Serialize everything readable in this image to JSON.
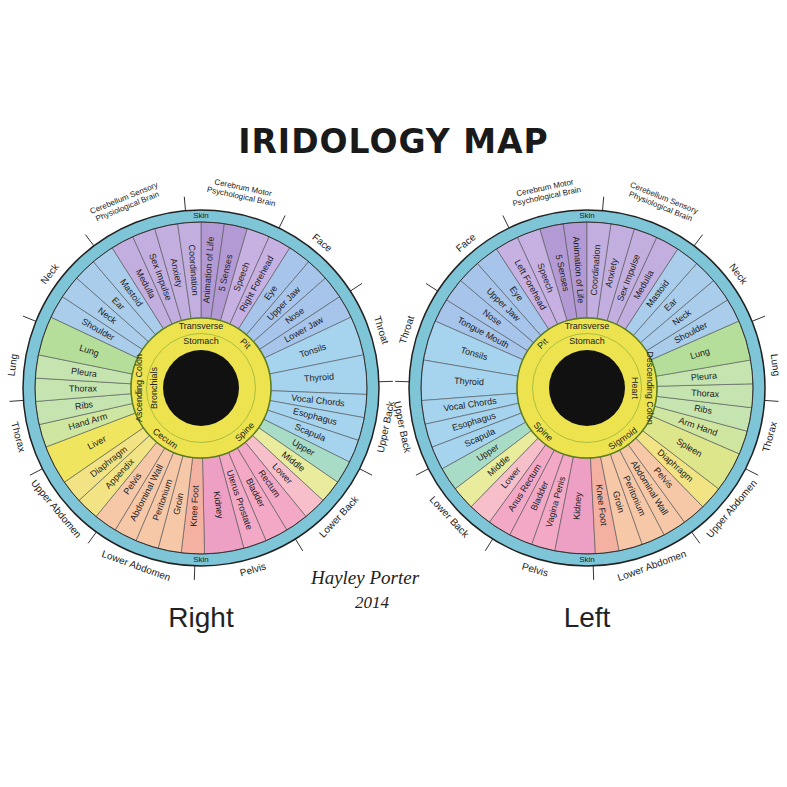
{
  "diagram": {
    "title": "IRIDOLOGY MAP",
    "nodes": [
      {
        "text": [
          "Right"
        ]
      },
      {
        "text": [
          "Left"
        ]
      }
    ],
    "labels": [
      "Cerebellum Sensory Physiological Brain",
      "Cerebrum Motor Psychological Brain",
      "Face",
      "Throat",
      "Upper Back",
      "Lower Back",
      "Pelvis",
      "Lower Abdomen",
      "Upper Abdomen",
      "Thorax",
      "Lung",
      "Neck",
      "Skin",
      "Skin",
      "Animation of Life",
      "5 Senses",
      "Speech",
      "Right Forehead",
      "Eye",
      "Upper Jaw",
      "Nose",
      "Lower Jaw",
      "Tonsils",
      "Thyroid",
      "Vocal Chords",
      "Esophagus",
      "Scapula",
      "Upper",
      "Middle",
      "Lower",
      "Rectum",
      "Bladder",
      "Uterus Prostate",
      "Kidney",
      "Knee Foot",
      "Groin",
      "Peritonium",
      "Abdominal Wall",
      "Pelvis",
      "Appendix",
      "Diaphragm",
      "Liver",
      "Hand Arm",
      "Ribs",
      "Thorax",
      "Pleura",
      "Lung",
      "Shoulder",
      "Neck",
      "Ear",
      "Mastoid",
      "Medulla",
      "Sex Impulse",
      "Anxiety",
      "Coordination",
      "Transverse",
      "Stomach",
      "Ascending Colon",
      "Cecum",
      "Spine",
      "Pit",
      "Bronchials",
      "Cerebellum Sensory Physiological Brain",
      "Cerebrum Motor Psychological Brain",
      "Face",
      "Throat",
      "Upper Back",
      "Lower Back",
      "Pelvis",
      "Lower Abdomen",
      "Upper Abdomen",
      "Thorax",
      "Lung",
      "Neck",
      "Skin",
      "Skin",
      "Animation of Life",
      "5 Senses",
      "Speech",
      "Left Forehead",
      "Eye",
      "Upper Jaw",
      "Nose",
      "Tongue Mouth",
      "Tonsils",
      "Thyroid",
      "Vocal Chords",
      "Esophagus",
      "Scapula",
      "Upper",
      "Middle",
      "Lower",
      "Anus Rectum",
      "Bladder",
      "Vagina Penis",
      "Kidney",
      "Knee Foot",
      "Groin",
      "Peritonium",
      "Abdominal Wall",
      "Pelvis",
      "Diaphragm",
      "Spleen",
      "Arm Hand",
      "Ribs",
      "Thorax",
      "Pleura",
      "Lung",
      "Shoulder",
      "Neck",
      "Ear",
      "Mastoid",
      "Medulla",
      "Sex Impulse",
      "Anxiety",
      "Coordination",
      "Transverse",
      "Stomach",
      "Descending Colon",
      "Sigmoid",
      "Spine",
      "Pit",
      "Heart",
      "Hayley Porter",
      "2014"
    ]
  }
}
